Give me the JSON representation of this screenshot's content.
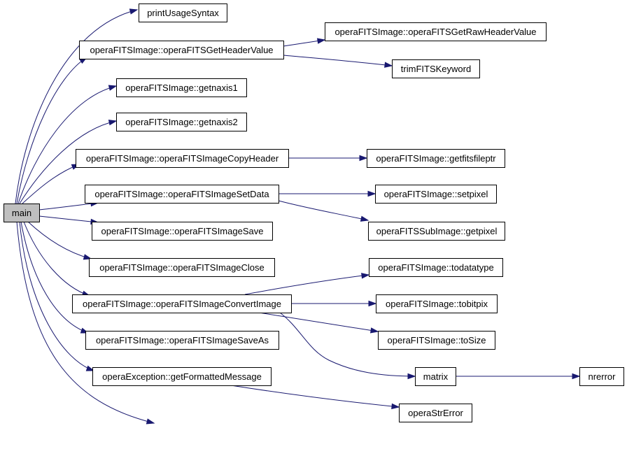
{
  "graph": {
    "edge_color": "#191970",
    "root_fill": "#bfbfbf",
    "nodes": [
      {
        "id": "main",
        "label": "main",
        "root": true
      },
      {
        "id": "printUsageSyntax",
        "label": "printUsageSyntax"
      },
      {
        "id": "getHeaderValue",
        "label": "operaFITSImage::operaFITSGetHeaderValue"
      },
      {
        "id": "getRawHeaderValue",
        "label": "operaFITSImage::operaFITSGetRawHeaderValue"
      },
      {
        "id": "trimFITSKeyword",
        "label": "trimFITSKeyword"
      },
      {
        "id": "getnaxis1",
        "label": "operaFITSImage::getnaxis1"
      },
      {
        "id": "getnaxis2",
        "label": "operaFITSImage::getnaxis2"
      },
      {
        "id": "copyHeader",
        "label": "operaFITSImage::operaFITSImageCopyHeader"
      },
      {
        "id": "getfitsfileptr",
        "label": "operaFITSImage::getfitsfileptr"
      },
      {
        "id": "setData",
        "label": "operaFITSImage::operaFITSImageSetData"
      },
      {
        "id": "setpixel",
        "label": "operaFITSImage::setpixel"
      },
      {
        "id": "imageSave",
        "label": "operaFITSImage::operaFITSImageSave"
      },
      {
        "id": "getpixel",
        "label": "operaFITSSubImage::getpixel"
      },
      {
        "id": "imageClose",
        "label": "operaFITSImage::operaFITSImageClose"
      },
      {
        "id": "todatatype",
        "label": "operaFITSImage::todatatype"
      },
      {
        "id": "convertImage",
        "label": "operaFITSImage::operaFITSImageConvertImage"
      },
      {
        "id": "tobitpix",
        "label": "operaFITSImage::tobitpix"
      },
      {
        "id": "saveAs",
        "label": "operaFITSImage::operaFITSImageSaveAs"
      },
      {
        "id": "toSize",
        "label": "operaFITSImage::toSize"
      },
      {
        "id": "getFormattedMessage",
        "label": "operaException::getFormattedMessage"
      },
      {
        "id": "matrix",
        "label": "matrix"
      },
      {
        "id": "nrerror",
        "label": "nrerror"
      },
      {
        "id": "operaStrError",
        "label": "operaStrError"
      }
    ],
    "edges": [
      {
        "from": "main",
        "to": "printUsageSyntax"
      },
      {
        "from": "main",
        "to": "getHeaderValue"
      },
      {
        "from": "main",
        "to": "getnaxis1"
      },
      {
        "from": "main",
        "to": "getnaxis2"
      },
      {
        "from": "main",
        "to": "copyHeader"
      },
      {
        "from": "main",
        "to": "setData"
      },
      {
        "from": "main",
        "to": "imageSave"
      },
      {
        "from": "main",
        "to": "imageClose"
      },
      {
        "from": "main",
        "to": "convertImage"
      },
      {
        "from": "main",
        "to": "saveAs"
      },
      {
        "from": "main",
        "to": "getFormattedMessage"
      },
      {
        "from": "main",
        "to": "operaStrError"
      },
      {
        "from": "getHeaderValue",
        "to": "getRawHeaderValue"
      },
      {
        "from": "getHeaderValue",
        "to": "trimFITSKeyword"
      },
      {
        "from": "copyHeader",
        "to": "getfitsfileptr"
      },
      {
        "from": "setData",
        "to": "setpixel"
      },
      {
        "from": "setData",
        "to": "getpixel"
      },
      {
        "from": "convertImage",
        "to": "todatatype"
      },
      {
        "from": "convertImage",
        "to": "tobitpix"
      },
      {
        "from": "convertImage",
        "to": "toSize"
      },
      {
        "from": "convertImage",
        "to": "matrix"
      },
      {
        "from": "matrix",
        "to": "nrerror"
      },
      {
        "from": "getFormattedMessage",
        "to": "operaStrError"
      }
    ]
  }
}
